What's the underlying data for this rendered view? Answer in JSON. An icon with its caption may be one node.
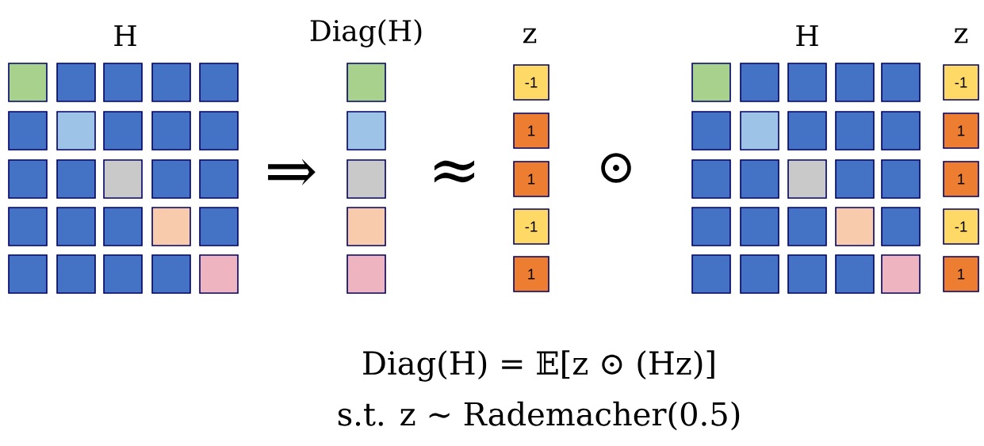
{
  "diagram": {
    "nodes": [
      {
        "text": [],
        "shape": "box"
      },
      {
        "text": [],
        "shape": "box"
      },
      {
        "text": [],
        "shape": "box"
      },
      {
        "text": [],
        "shape": "box"
      },
      {
        "text": [],
        "shape": "box"
      },
      {
        "text": [],
        "shape": "box"
      },
      {
        "text": [],
        "shape": "box"
      },
      {
        "text": [],
        "shape": "box"
      },
      {
        "text": [],
        "shape": "box"
      },
      {
        "text": [],
        "shape": "box"
      },
      {
        "text": [],
        "shape": "box"
      },
      {
        "text": [],
        "shape": "box"
      },
      {
        "text": [],
        "shape": "box"
      },
      {
        "text": [],
        "shape": "box"
      },
      {
        "text": [],
        "shape": "box"
      },
      {
        "text": [],
        "shape": "box"
      },
      {
        "text": [],
        "shape": "box"
      },
      {
        "text": [],
        "shape": "box"
      },
      {
        "text": [],
        "shape": "box"
      },
      {
        "text": [],
        "shape": "box"
      },
      {
        "text": [],
        "shape": "box"
      },
      {
        "text": [],
        "shape": "box"
      },
      {
        "text": [],
        "shape": "box"
      },
      {
        "text": [],
        "shape": "box"
      },
      {
        "text": [],
        "shape": "box"
      },
      {
        "text": [],
        "shape": "box"
      },
      {
        "text": [],
        "shape": "box"
      },
      {
        "text": [],
        "shape": "box"
      },
      {
        "text": [],
        "shape": "box"
      },
      {
        "text": [],
        "shape": "box"
      },
      {
        "text": [
          "-1"
        ]
      },
      {
        "text": [
          "1"
        ]
      },
      {
        "text": [
          "1"
        ]
      },
      {
        "text": [
          "-1"
        ]
      },
      {
        "text": [
          "1"
        ]
      },
      {
        "text": [],
        "shape": "box"
      },
      {
        "text": [],
        "shape": "box"
      },
      {
        "text": [],
        "shape": "box"
      },
      {
        "text": [],
        "shape": "box"
      },
      {
        "text": [],
        "shape": "box"
      },
      {
        "text": [],
        "shape": "box"
      },
      {
        "text": [],
        "shape": "box"
      },
      {
        "text": [],
        "shape": "box"
      },
      {
        "text": [],
        "shape": "box"
      },
      {
        "text": [],
        "shape": "box"
      },
      {
        "text": [],
        "shape": "box"
      },
      {
        "text": [],
        "shape": "box"
      },
      {
        "text": [],
        "shape": "box"
      },
      {
        "text": [],
        "shape": "box"
      },
      {
        "text": [],
        "shape": "box"
      },
      {
        "text": [],
        "shape": "box"
      },
      {
        "text": [],
        "shape": "box"
      },
      {
        "text": [],
        "shape": "box"
      },
      {
        "text": [],
        "shape": "box"
      },
      {
        "text": [],
        "shape": "box"
      },
      {
        "text": [],
        "shape": "box"
      },
      {
        "text": [],
        "shape": "box"
      },
      {
        "text": [],
        "shape": "box"
      },
      {
        "text": [],
        "shape": "box"
      },
      {
        "text": [],
        "shape": "box"
      },
      {
        "text": [
          "-1"
        ]
      },
      {
        "text": [
          "1"
        ]
      },
      {
        "text": [
          "1"
        ]
      },
      {
        "text": [
          "-1"
        ]
      },
      {
        "text": [
          "1"
        ]
      }
    ],
    "labels": [
      "H",
      "Diag(H)",
      "z",
      "H",
      "z",
      "⇒",
      "≈",
      "⊙",
      "Diag(H) = 𝔼[z ⊙ (Hz)]",
      "s.t. z ∼ Rademacher(0.5)"
    ]
  }
}
